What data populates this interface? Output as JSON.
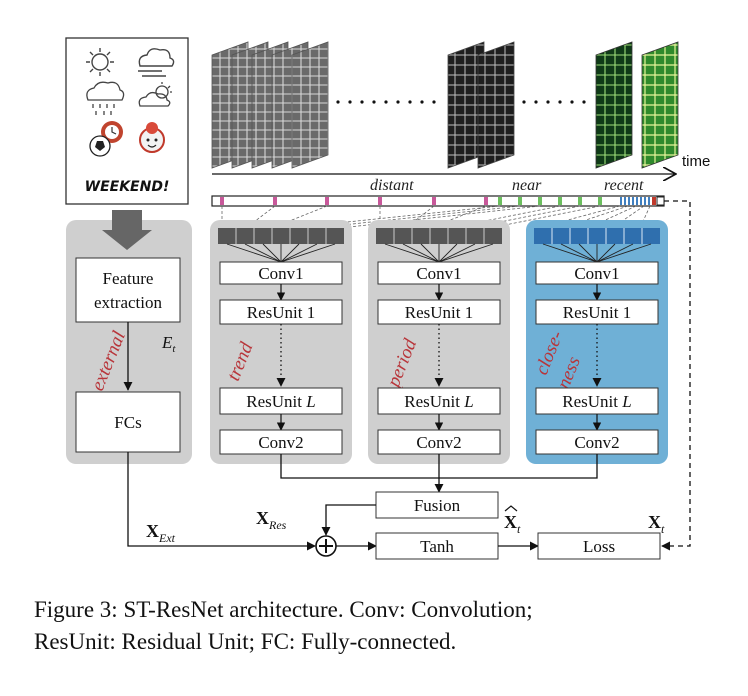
{
  "external": {
    "weekend_text": "WEEKEND!",
    "feature_label_line1": "Feature",
    "feature_label_line2": "extraction",
    "et_label": "E",
    "et_sub": "t",
    "branch_label": "external",
    "fcs_label": "FCs"
  },
  "timeline": {
    "time_label": "time",
    "distant_label": "distant",
    "near_label": "near",
    "recent_label": "recent"
  },
  "branches": [
    {
      "name": "trend",
      "label": "trend"
    },
    {
      "name": "period",
      "label": "period"
    },
    {
      "name": "closeness",
      "label_line1": "close-",
      "label_line2": "ness"
    }
  ],
  "blocks": {
    "conv1": "Conv1",
    "resunit1": "ResUnit 1",
    "resunitL_prefix": "ResUnit ",
    "resunitL_var": "L",
    "conv2": "Conv2"
  },
  "bottom": {
    "fusion": "Fusion",
    "tanh": "Tanh",
    "loss": "Loss",
    "x_res": "X",
    "x_res_sub": "Res",
    "x_ext": "X",
    "x_ext_sub": "Ext",
    "x_hat": "X",
    "x_hat_sub": "t",
    "x_t": "X",
    "x_t_sub": "t"
  },
  "caption": {
    "line1": "Figure 3: ST-ResNet architecture. Conv: Convolution;",
    "line2": "ResUnit: Residual Unit; FC: Fully-connected."
  },
  "colors": {
    "panel_gray": "#cfcfcf",
    "panel_blue": "#6fb0d6",
    "pink_tick": "#c8589a",
    "green_tick": "#6cbf5e",
    "red_label": "#b8353a"
  }
}
